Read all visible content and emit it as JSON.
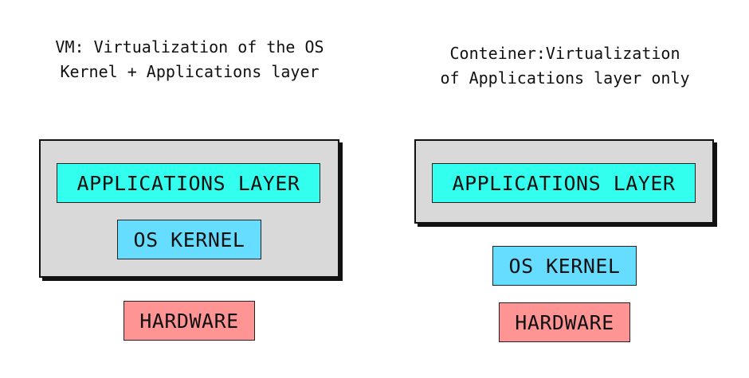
{
  "vm": {
    "caption": "VM: Virtualization of the OS\nKernel + Applications layer",
    "applications_layer": "APPLICATIONS LAYER",
    "os_kernel": "OS KERNEL",
    "hardware": "HARDWARE"
  },
  "container": {
    "caption": "Conteiner:Virtualization\nof Applications layer only",
    "applications_layer": "APPLICATIONS LAYER",
    "os_kernel": "OS KERNEL",
    "hardware": "HARDWARE"
  },
  "colors": {
    "applications_layer": "#33ffee",
    "os_kernel": "#66ddff",
    "hardware": "#ff9494",
    "virtualized_box": "#d9d9d9"
  }
}
